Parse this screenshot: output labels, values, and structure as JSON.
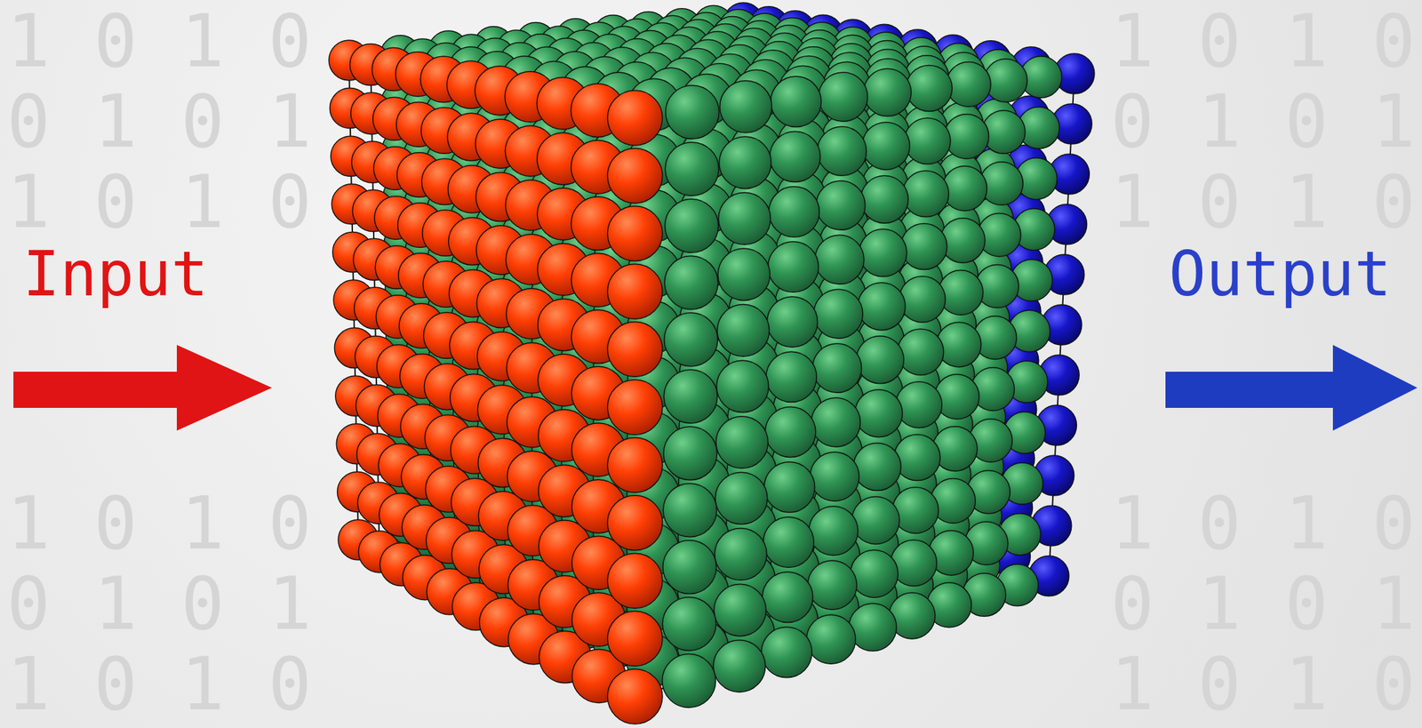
{
  "diagram": {
    "labels": [
      "1 0 1 0",
      "1 0 1 0",
      "0 1 0 1",
      "0 1 0 1",
      "1 0 1 0",
      "1 0 1 0",
      "Input",
      "Output",
      "1 0 1 0",
      "1 0 1 0",
      "0 1 0 1",
      "0 1 0 1",
      "1 0 1 0",
      "1 0 1 0"
    ]
  }
}
